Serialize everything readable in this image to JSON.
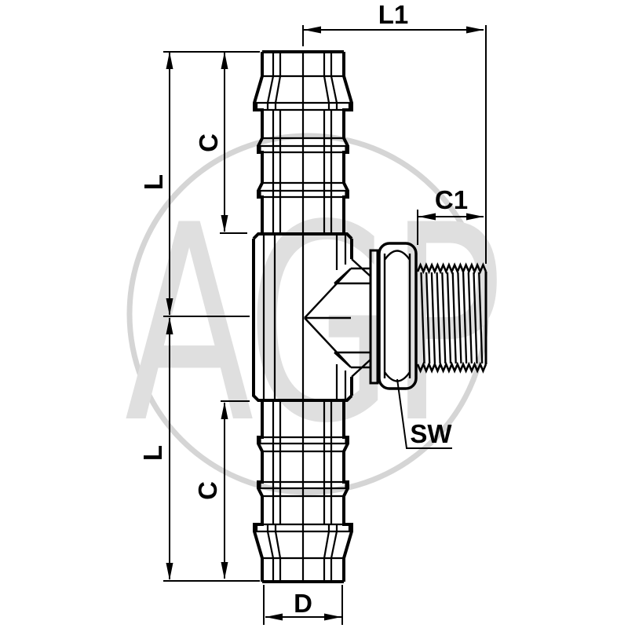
{
  "colors": {
    "line": "#000000",
    "background": "#ffffff",
    "watermark_ring": "#d5d5d5",
    "watermark_letters": "#dfdfdf"
  },
  "watermark": {
    "text": "AGP"
  },
  "dimensions": {
    "length_branch": "L1",
    "thread_length": "C1",
    "length_upper": "L",
    "cutoff_upper": "C",
    "length_lower": "L",
    "cutoff_lower": "C",
    "hose_diameter": "D",
    "wrench_size": "SW"
  }
}
